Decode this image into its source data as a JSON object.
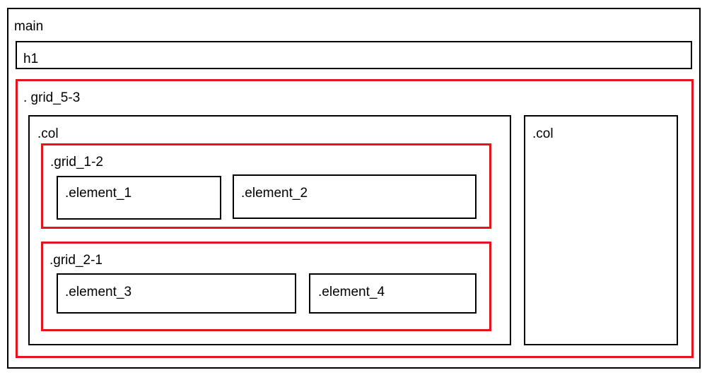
{
  "colors": {
    "outline": "#000000",
    "grid_outline": "#e3141b",
    "background": "#ffffff"
  },
  "main": {
    "label": "main",
    "h1": {
      "label": "h1"
    },
    "grid_5_3": {
      "label": ". grid_5-3",
      "col_left": {
        "label": ".col",
        "grid_1_2": {
          "label": ".grid_1-2",
          "element_1": {
            "label": ".element_1"
          },
          "element_2": {
            "label": ".element_2"
          }
        },
        "grid_2_1": {
          "label": ".grid_2-1",
          "element_3": {
            "label": ".element_3"
          },
          "element_4": {
            "label": ".element_4"
          }
        }
      },
      "col_right": {
        "label": ".col"
      }
    }
  }
}
